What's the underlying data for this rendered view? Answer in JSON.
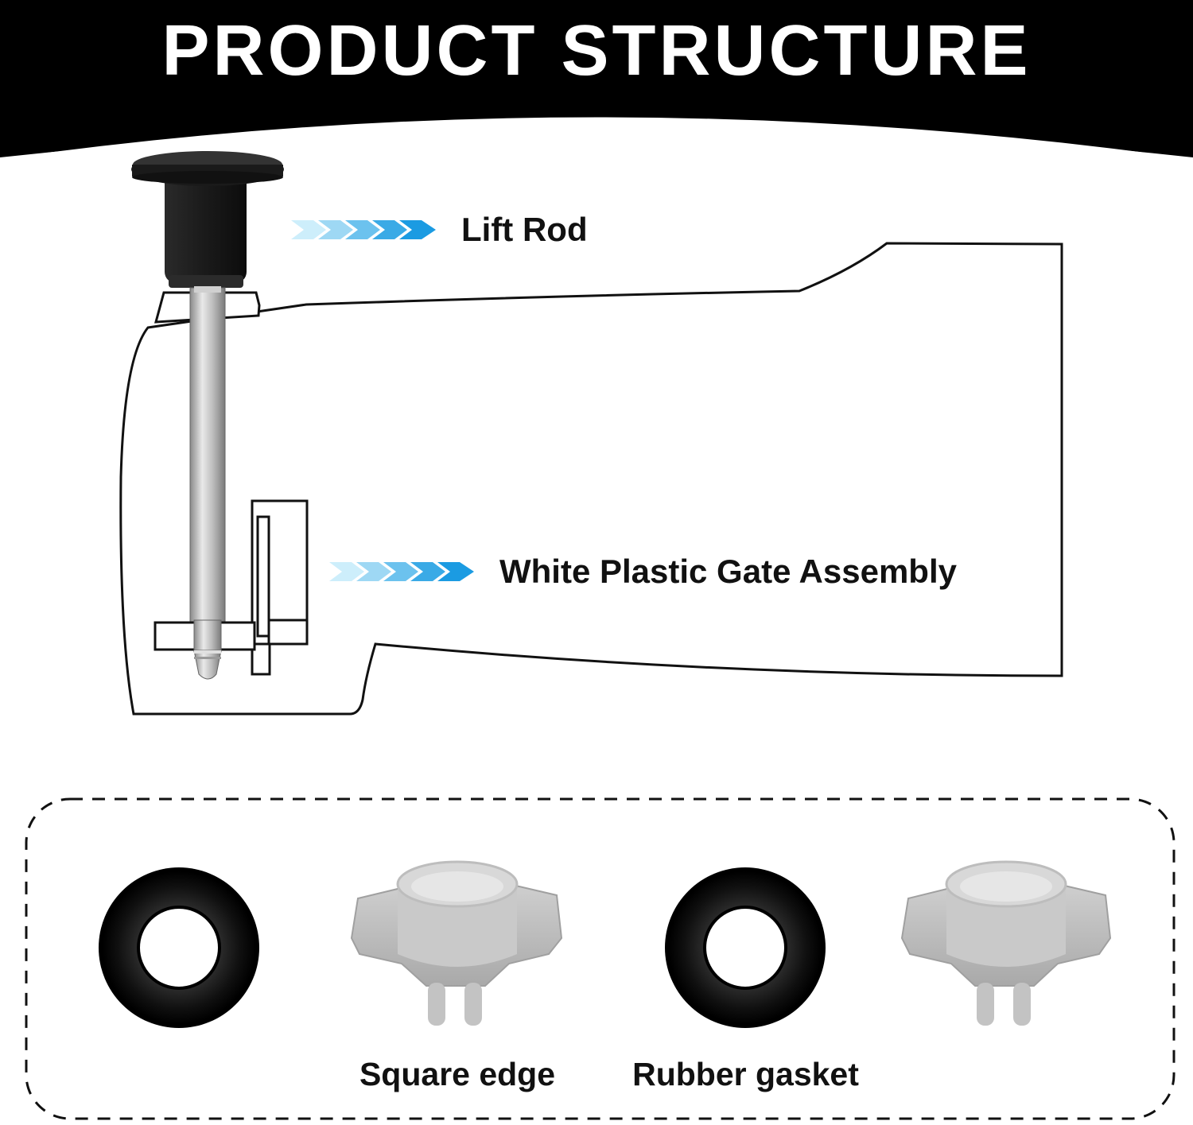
{
  "header": {
    "title": "PRODUCT STRUCTURE"
  },
  "callouts": [
    {
      "label": "Lift Rod"
    },
    {
      "label": "White Plastic Gate Assembly"
    }
  ],
  "parts_panel": {
    "captions": [
      "Square edge",
      "Rubber gasket"
    ],
    "items": [
      "rubber-gasket-icon",
      "square-edge-gate-icon",
      "rubber-gasket-icon",
      "square-edge-gate-icon"
    ]
  },
  "colors": {
    "header_bg": "#000000",
    "header_text": "#ffffff",
    "arrow_light": "#bfe6f8",
    "arrow_dark": "#1da1e6",
    "rubber": "#141414",
    "plastic": "#b9b9b9",
    "rod": "#b8b8b8"
  }
}
